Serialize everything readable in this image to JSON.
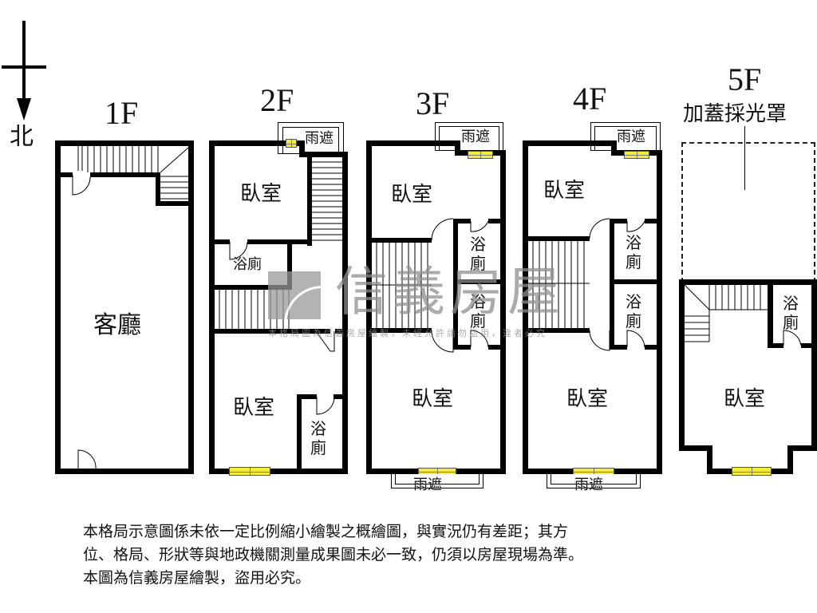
{
  "compass": {
    "label": "北",
    "direction": "down"
  },
  "floors": [
    {
      "id": "1F",
      "label": "1F",
      "rooms": [
        {
          "name": "客廳"
        }
      ]
    },
    {
      "id": "2F",
      "label": "2F",
      "rooms": [
        {
          "name": "臥室"
        },
        {
          "name": "浴廁"
        },
        {
          "name": "臥室"
        },
        {
          "name": "浴廁"
        }
      ],
      "canopy": "雨遮"
    },
    {
      "id": "3F",
      "label": "3F",
      "rooms": [
        {
          "name": "臥室"
        },
        {
          "name": "浴廁"
        },
        {
          "name": "浴廁"
        },
        {
          "name": "臥室"
        }
      ],
      "canopy_top": "雨遮",
      "canopy_bottom": "雨遮"
    },
    {
      "id": "4F",
      "label": "4F",
      "rooms": [
        {
          "name": "臥室"
        },
        {
          "name": "浴廁"
        },
        {
          "name": "浴廁"
        },
        {
          "name": "臥室"
        }
      ],
      "canopy_top": "雨遮",
      "canopy_bottom": "雨遮"
    },
    {
      "id": "5F",
      "label": "5F",
      "annotation": "加蓋採光罩",
      "rooms": [
        {
          "name": "浴廁"
        },
        {
          "name": "臥室"
        }
      ]
    }
  ],
  "labels": {
    "living_room": "客廳",
    "bedroom": "臥室",
    "bath_top": "浴",
    "bath_bottom": "廁",
    "bath": "浴廁",
    "canopy": "雨遮",
    "skylight": "加蓋採光罩"
  },
  "watermark": {
    "brand": "信義房屋",
    "subtext": "本格局圖為信義房屋繪製，未經允許請勿盜用，違者必究"
  },
  "disclaimer": {
    "line1": "本格局示意圖係未依一定比例縮小繪製之概繪圖，與實況仍有差距；其方",
    "line2": "位、格局、形狀等與地政機關測量成果圖未必一致，仍須以房屋現場為準。",
    "line3": "本圖為信義房屋繪製，盜用必究。"
  },
  "colors": {
    "wall": "#000000",
    "window": "#f4ec3a",
    "watermark": "#8f8f8f"
  }
}
